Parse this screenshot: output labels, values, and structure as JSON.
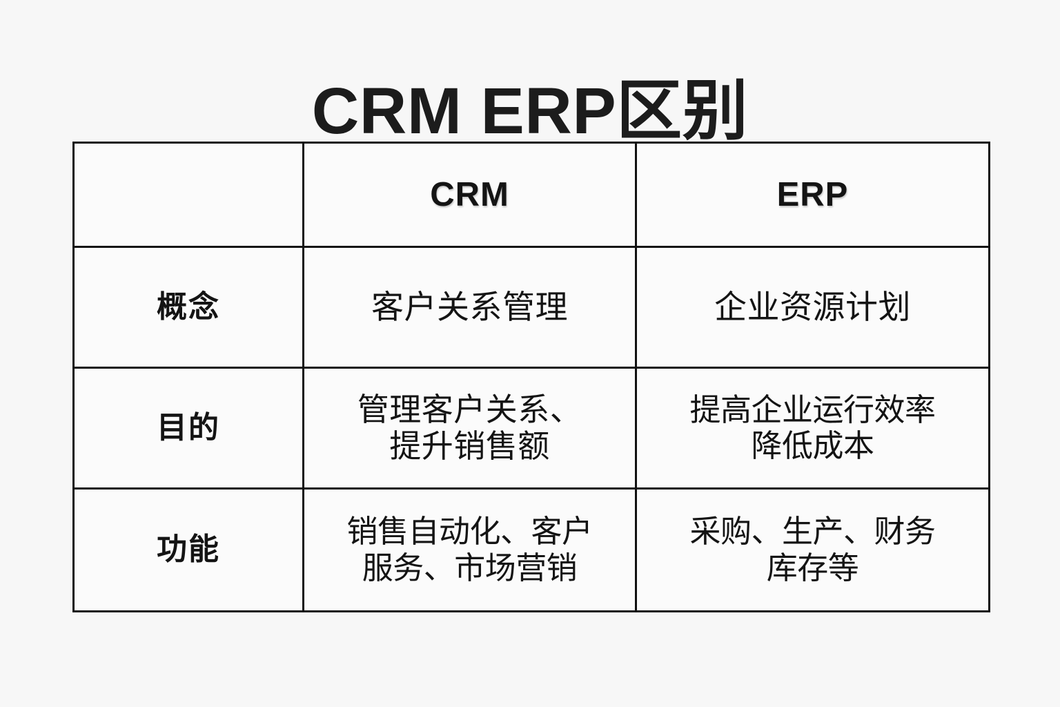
{
  "title": "CRM ERP区别",
  "theme": {
    "page_background": "#f7f7f7",
    "header_fill": "#5f8fbe",
    "header_text": "#ffffff",
    "border": "#111111",
    "cell_background": "#fbfbfb",
    "text": "#141414"
  },
  "table": {
    "corner_label": "",
    "columns": [
      {
        "key": "label",
        "header": ""
      },
      {
        "key": "crm",
        "header": "CRM"
      },
      {
        "key": "erp",
        "header": "ERP"
      }
    ],
    "rows": [
      {
        "label": "概念",
        "crm": {
          "lines": [
            "客户关系管理"
          ]
        },
        "erp": {
          "lines": [
            "企业资源计划"
          ]
        }
      },
      {
        "label": "目的",
        "crm": {
          "lines": [
            "管理客户关系、",
            "提升销售额"
          ]
        },
        "erp": {
          "lines": [
            "提高企业运行效率",
            "降低成本"
          ]
        }
      },
      {
        "label": "功能",
        "crm": {
          "lines": [
            "销售自动化、客户",
            "服务、市场营销"
          ]
        },
        "erp": {
          "lines": [
            "采购、生产、财务",
            "库存等"
          ]
        }
      }
    ]
  }
}
